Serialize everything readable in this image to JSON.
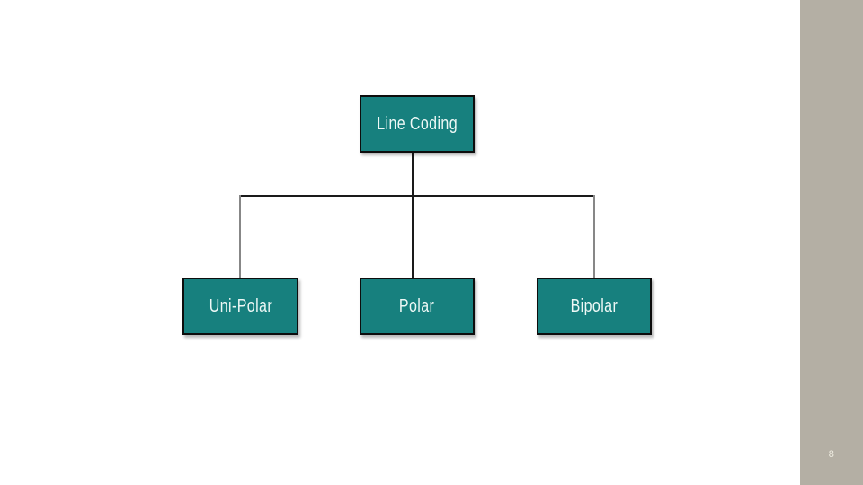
{
  "slide": {
    "page_number": "8",
    "colors": {
      "background": "#ffffff",
      "box_fill": "#17807e",
      "box_border": "#0d0d0d",
      "box_text": "#eef8f6",
      "connector_dark": "#1a1a1a",
      "connector_gray": "#878787",
      "stripe": "#b4afa4",
      "page_number_color": "#efede2"
    }
  },
  "diagram": {
    "type": "hierarchy",
    "root": {
      "label": "Line Coding"
    },
    "children": [
      {
        "label": "Uni-Polar"
      },
      {
        "label": "Polar"
      },
      {
        "label": "Bipolar"
      }
    ]
  }
}
